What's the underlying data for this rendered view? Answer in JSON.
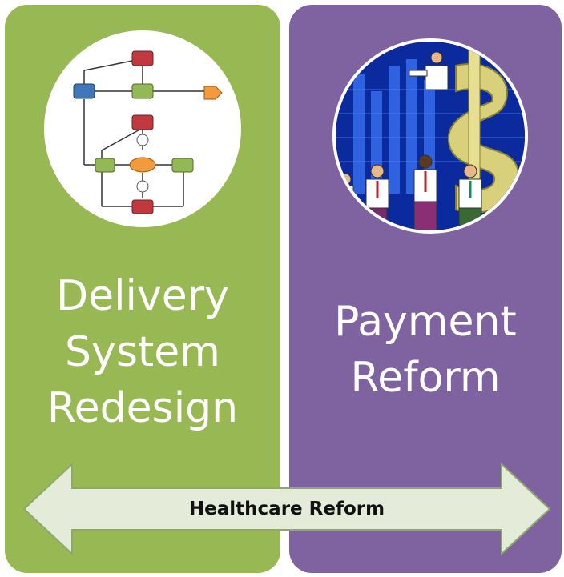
{
  "colors": {
    "left_panel": "#97b852",
    "right_panel": "#7f63a1",
    "arrow_fill": "#e4ecd9",
    "arrow_stroke": "#8da86a",
    "label_text": "#111111"
  },
  "left": {
    "title": "Delivery\nSystem\nRedesign",
    "icon": "flowchart-icon"
  },
  "right": {
    "title": "Payment\nReform",
    "icon": "business-people-dollar-icon"
  },
  "arrow": {
    "label": "Healthcare Reform",
    "icon": "double-arrow-icon"
  }
}
